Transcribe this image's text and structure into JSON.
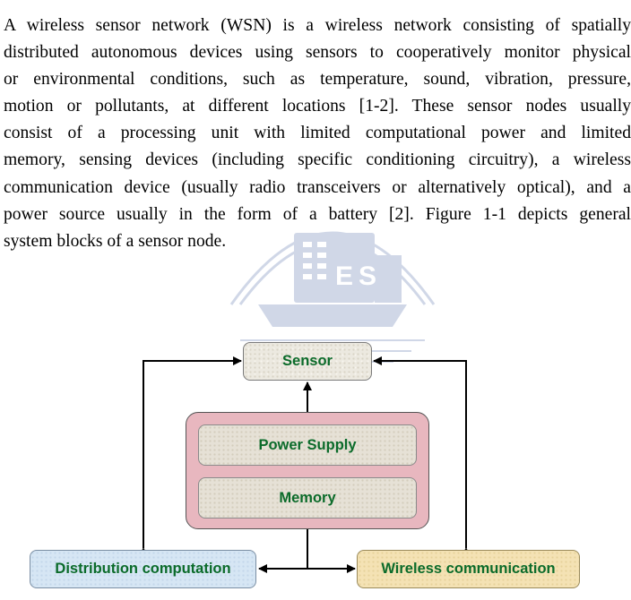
{
  "paragraph": {
    "lines": [
      "A wireless sensor network (WSN) is a wireless network consisting of spatially",
      "distributed autonomous devices using sensors to cooperatively monitor physical",
      "or environmental conditions, such as temperature, sound, vibration, pressure,",
      "motion or pollutants, at different locations [1-2]. These sensor nodes usually",
      "consist of a processing unit with limited computational power and limited",
      "memory, sensing devices (including specific conditioning circuitry), a wireless",
      "communication device (usually radio transceivers or alternatively optical), and a",
      "power source usually in the form of a battery [2]. Figure 1-1 depicts general",
      "system blocks of a sensor node."
    ]
  },
  "diagram": {
    "sensor": "Sensor",
    "power_supply": "Power Supply",
    "memory": "Memory",
    "distribution": "Distribution computation",
    "wireless": "Wireless communication"
  },
  "watermark": {
    "seal_letters": [
      "E",
      "S"
    ]
  }
}
